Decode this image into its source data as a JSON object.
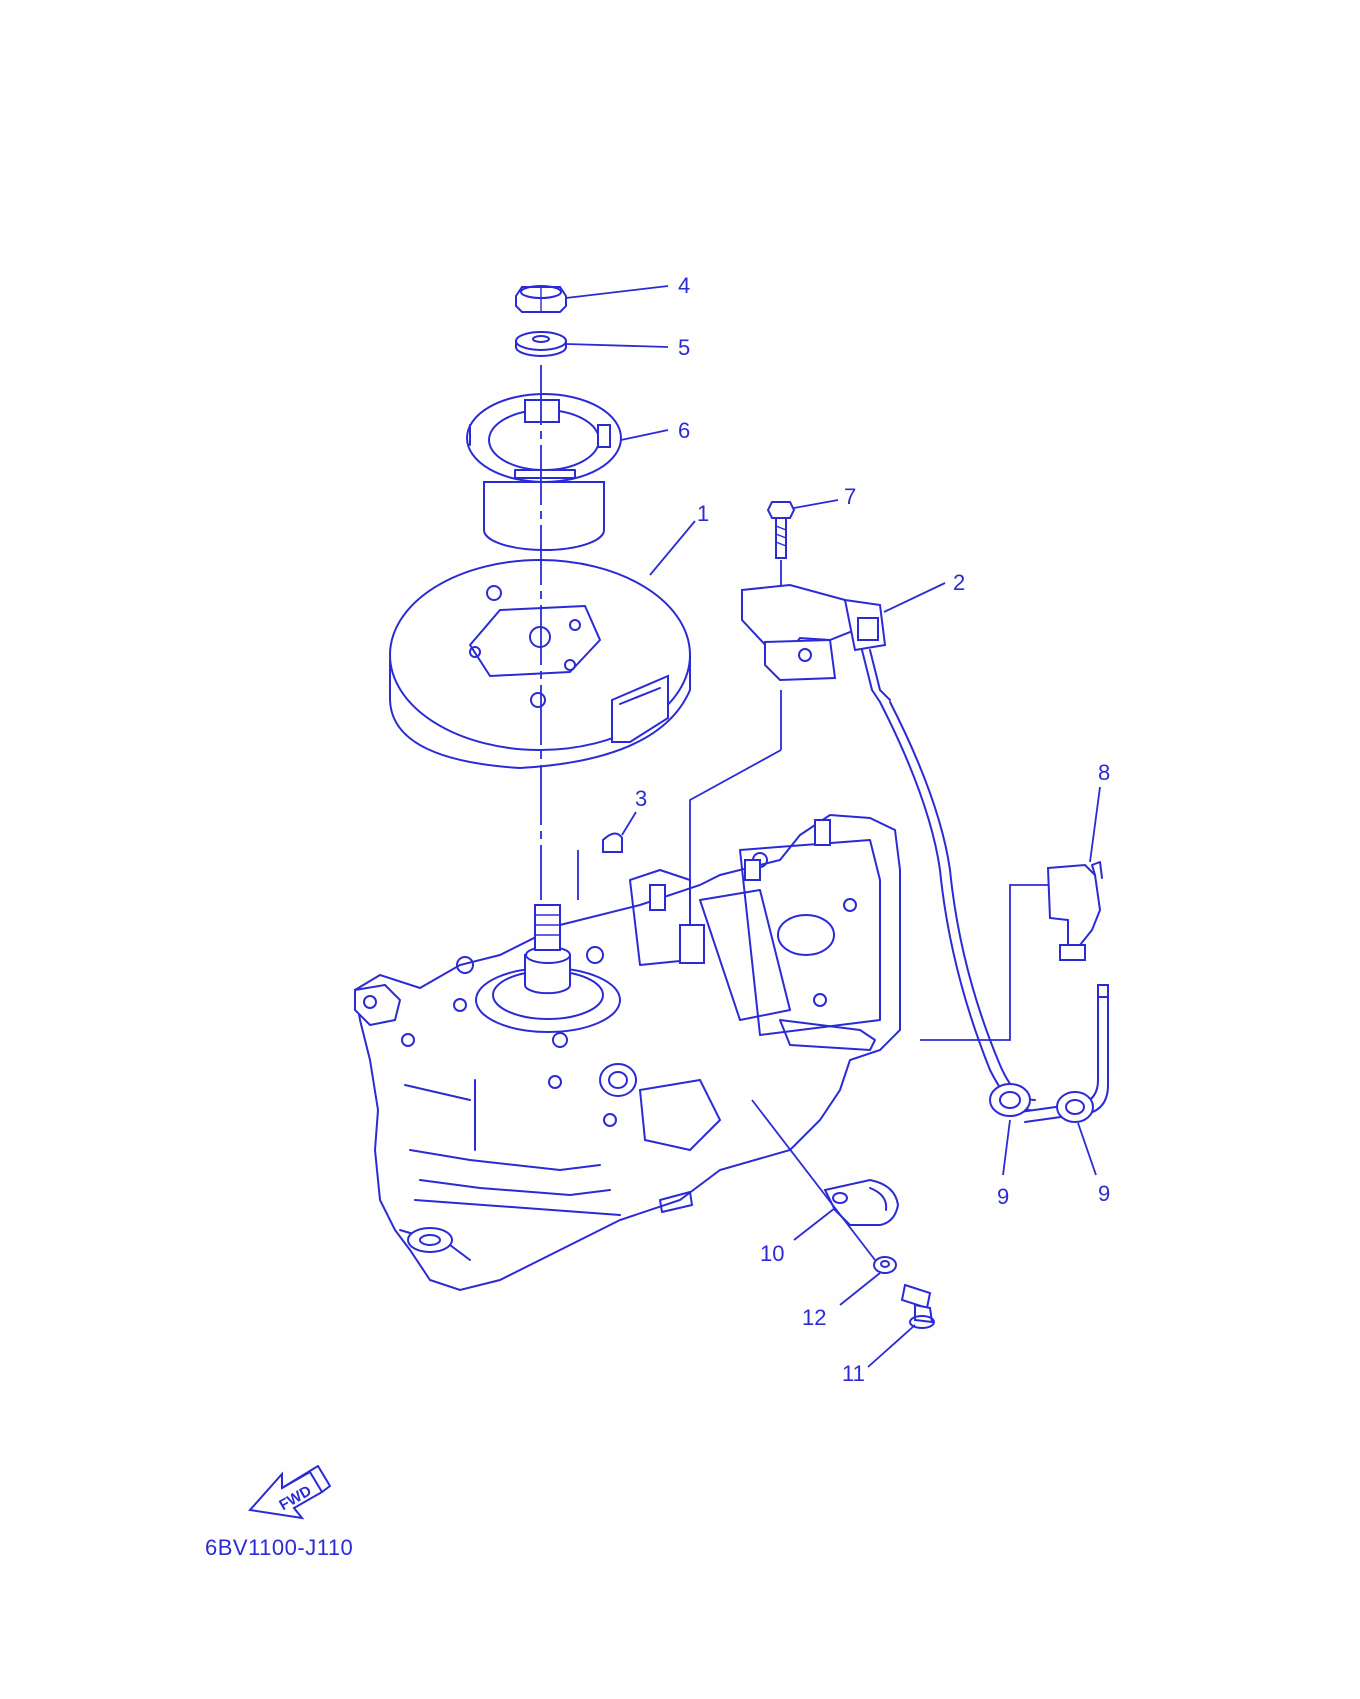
{
  "diagram": {
    "parts": [
      {
        "num": "1"
      },
      {
        "num": "2"
      },
      {
        "num": "3"
      },
      {
        "num": "4"
      },
      {
        "num": "5"
      },
      {
        "num": "6"
      },
      {
        "num": "7"
      },
      {
        "num": "8"
      },
      {
        "num": "9"
      },
      {
        "num": "9"
      },
      {
        "num": "10"
      },
      {
        "num": "11"
      },
      {
        "num": "12"
      }
    ],
    "fwd_label": "FWD",
    "diagram_code": "6BV1100-J110",
    "line_color": "#2b2bd6"
  }
}
